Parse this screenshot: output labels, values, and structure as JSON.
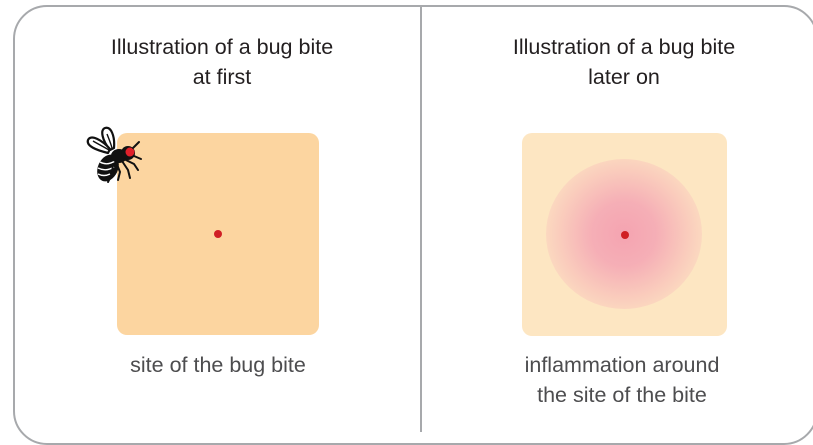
{
  "panels": [
    {
      "title_line1": "Illustration of a bug bite",
      "title_line2": "at first",
      "caption_line1": "site of the bug bite",
      "caption_line2": ""
    },
    {
      "title_line1": "Illustration of a bug bite",
      "title_line2": "later on",
      "caption_line1": "inflammation around",
      "caption_line2": "the site of the bite"
    }
  ],
  "colors": {
    "border": "#a7a9ac",
    "skin_first": "#fcd5a0",
    "skin_later": "#fde6c2",
    "inflammation": "#f4a0b0",
    "bite_dot": "#d01f25",
    "bug_body": "#111111",
    "bug_eye": "#e0202a"
  },
  "icons": {
    "bug": "mosquito-icon"
  }
}
